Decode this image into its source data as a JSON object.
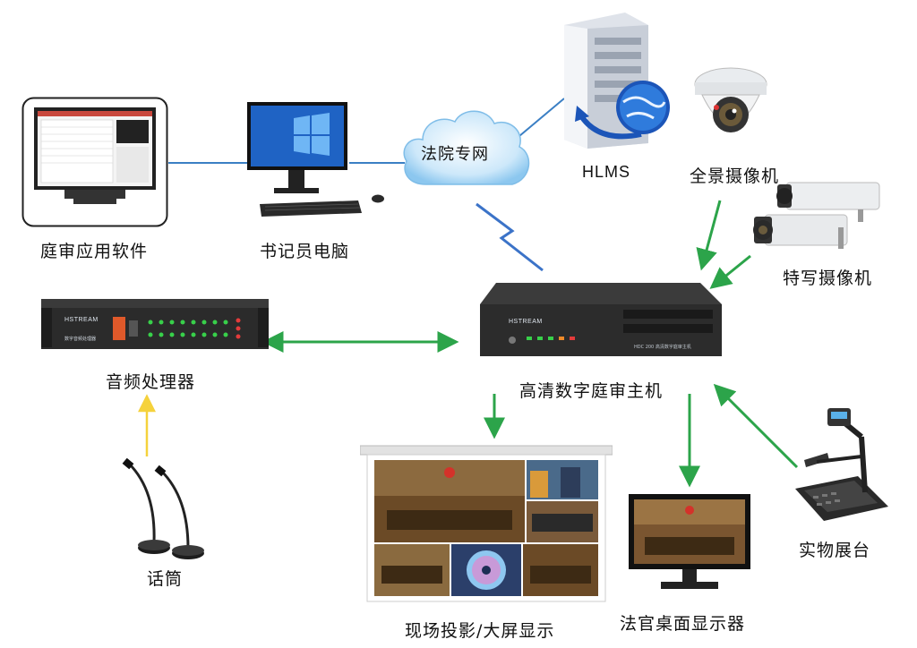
{
  "colors": {
    "arrow_green": "#2ca44a",
    "arrow_yellow": "#f5d23c",
    "link_blue": "#3b7fc4",
    "bolt_blue": "#3b73c8",
    "cloud_blue": "#bfe1f7"
  },
  "nodes": {
    "court_app": {
      "label": "庭审应用软件"
    },
    "clerk_pc": {
      "label": "书记员电脑"
    },
    "cloud": {
      "label": "法院专网"
    },
    "hlms": {
      "label": "HLMS"
    },
    "pano_camera": {
      "label": "全景摄像机"
    },
    "closeup_camera": {
      "label": "特写摄像机"
    },
    "audio_processor": {
      "label": "音频处理器",
      "brand": "HSTREAM",
      "caption": "数字音频处理器"
    },
    "main_host": {
      "label": "高清数字庭审主机",
      "brand": "HSTREAM",
      "model": "HDC 200 高清数字庭审主机"
    },
    "microphone": {
      "label": "话筒"
    },
    "projection": {
      "label": "现场投影/大屏显示"
    },
    "judge_display": {
      "label": "法官桌面显示器"
    },
    "visualizer": {
      "label": "实物展台"
    }
  }
}
